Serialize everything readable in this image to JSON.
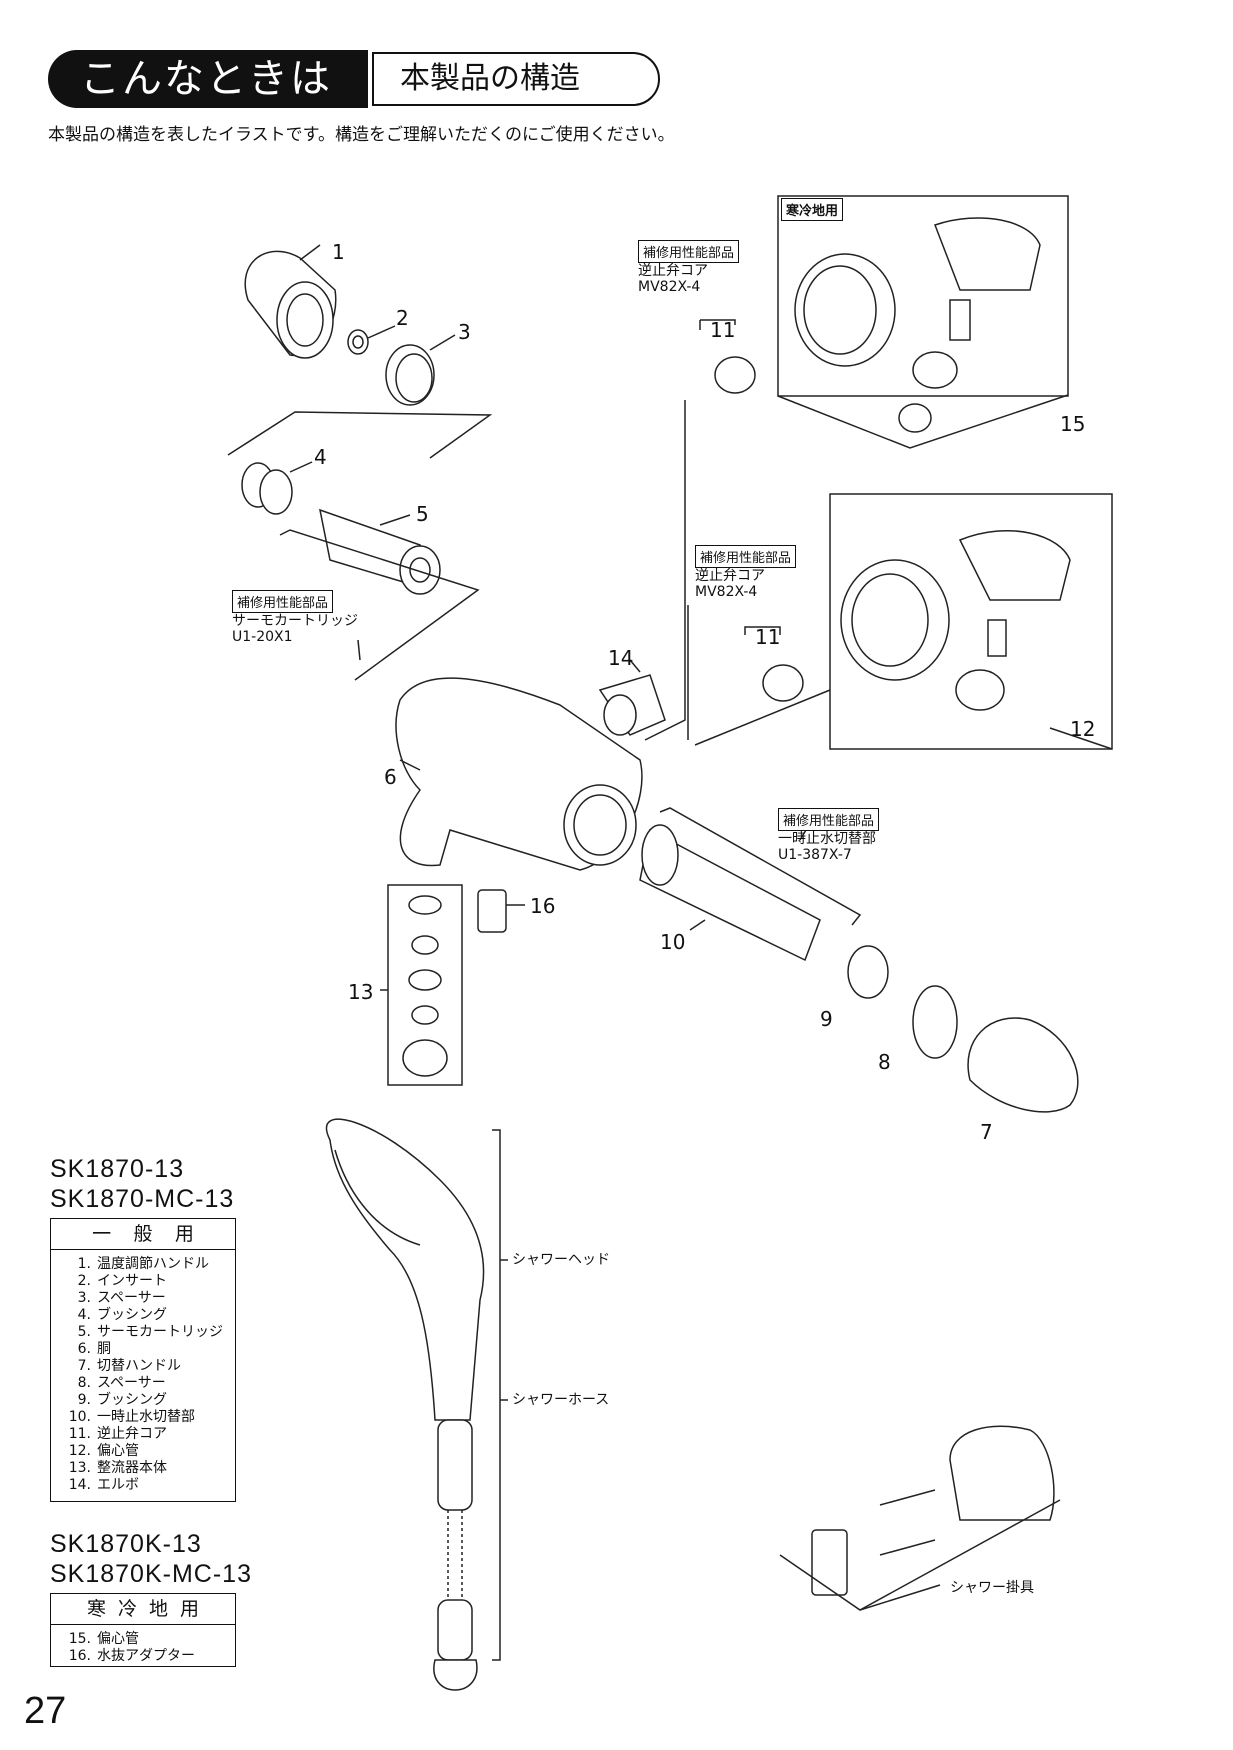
{
  "header": {
    "title": "こんなときは",
    "subtitle": "本製品の構造"
  },
  "intro": "本製品の構造を表したイラストです。構造をご理解いただくのにご使用ください。",
  "callouts": {
    "n1": "1",
    "n2": "2",
    "n3": "3",
    "n4": "4",
    "n5": "5",
    "n6": "6",
    "n7": "7",
    "n8": "8",
    "n9": "9",
    "n10": "10",
    "n11a": "11",
    "n11b": "11",
    "n12": "12",
    "n13": "13",
    "n14": "14",
    "n15": "15",
    "n16": "16"
  },
  "boxes": {
    "cold_region": "寒冷地用",
    "repair1": {
      "tag": "補修用性能部品",
      "line1": "逆止弁コア",
      "line2": "MV82X-4"
    },
    "repair2": {
      "tag": "補修用性能部品",
      "line1": "逆止弁コア",
      "line2": "MV82X-4"
    },
    "repair3": {
      "tag": "補修用性能部品",
      "line1": "サーモカートリッジ",
      "line2": "U1-20X1"
    },
    "repair4": {
      "tag": "補修用性能部品",
      "line1": "一時止水切替部",
      "line2": "U1-387X-7"
    }
  },
  "shower": {
    "head": "シャワーヘッド",
    "hose": "シャワーホース",
    "holder": "シャワー掛具"
  },
  "models_general": {
    "line1": "SK1870-13",
    "line2": "SK1870-MC-13"
  },
  "table_general": {
    "header": [
      "一",
      "般",
      "用"
    ],
    "items": [
      {
        "n": "1.",
        "t": "温度調節ハンドル"
      },
      {
        "n": "2.",
        "t": "インサート"
      },
      {
        "n": "3.",
        "t": "スペーサー"
      },
      {
        "n": "4.",
        "t": "ブッシング"
      },
      {
        "n": "5.",
        "t": "サーモカートリッジ"
      },
      {
        "n": "6.",
        "t": "胴"
      },
      {
        "n": "7.",
        "t": "切替ハンドル"
      },
      {
        "n": "8.",
        "t": "スペーサー"
      },
      {
        "n": "9.",
        "t": "ブッシング"
      },
      {
        "n": "10.",
        "t": "一時止水切替部"
      },
      {
        "n": "11.",
        "t": "逆止弁コア"
      },
      {
        "n": "12.",
        "t": "偏心管"
      },
      {
        "n": "13.",
        "t": "整流器本体"
      },
      {
        "n": "14.",
        "t": "エルボ"
      }
    ]
  },
  "models_cold": {
    "line1": "SK1870K-13",
    "line2": "SK1870K-MC-13"
  },
  "table_cold": {
    "header": [
      "寒",
      "冷",
      "地",
      "用"
    ],
    "items": [
      {
        "n": "15.",
        "t": "偏心管"
      },
      {
        "n": "16.",
        "t": "水抜アダプター"
      }
    ]
  },
  "page_number": "27"
}
